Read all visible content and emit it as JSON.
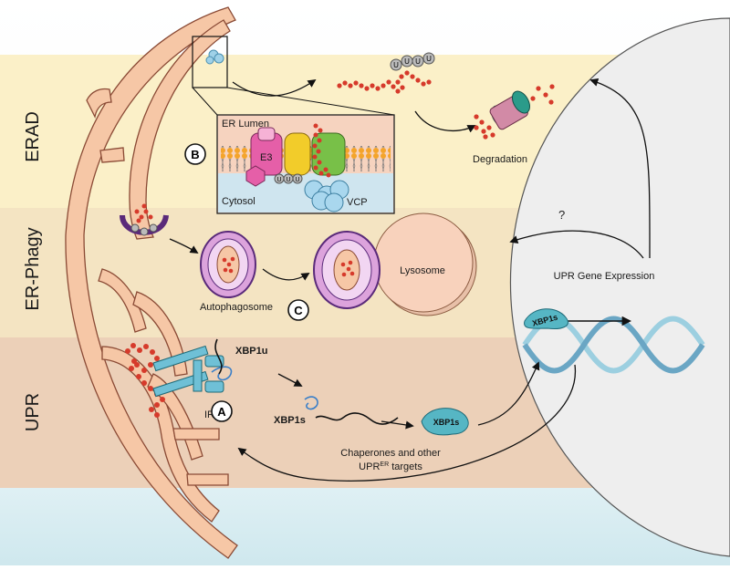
{
  "sections": {
    "erad": "ERAD",
    "erphagy": "ER-Phagy",
    "upr": "UPR"
  },
  "markers": {
    "a": "A",
    "b": "B",
    "c": "C"
  },
  "inset": {
    "lumen": "ER Lumen",
    "cytosol": "Cytosol",
    "e3": "E3",
    "vcp": "VCP",
    "ub": "U"
  },
  "labels": {
    "degradation": "Degradation",
    "lysosome": "Lysosome",
    "autophagosome": "Autophagosome",
    "question": "?",
    "upr_gene_expression": "UPR Gene Expression",
    "xbp1u": "XBP1u",
    "xbp1s": "XBP1s",
    "xbp1s_protein": "XBP1s",
    "xbp1s_dna": "XBP1s",
    "ire1": "IRE1",
    "chaperones_line1": "Chaperones and other",
    "chaperones_line2_main": "UPR",
    "chaperones_line2_sup": "ER",
    "chaperones_line2_end": " targets"
  },
  "colors": {
    "er_fill": "#f6c7a6",
    "er_stroke": "#8a4a35",
    "band_erad": "#fbf0c8",
    "band_erphagy": "#f4e4c2",
    "band_upr": "#ecd0b8",
    "nucleus": "#eeeeee",
    "protein": "#d63a2b",
    "xbp1": "#56b6c4",
    "ire1": "#6fc0d6"
  }
}
